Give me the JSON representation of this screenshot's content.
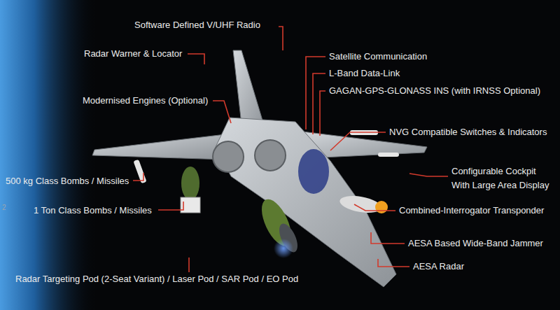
{
  "diagram": {
    "labels": [
      "Software Defined V/UHF Radio",
      "Radar Warner & Locator",
      "Satellite Communication",
      "L-Band Data-Link",
      "GAGAN-GPS-GLONASS INS (with IRNSS Optional)",
      "Modernised Engines (Optional)",
      "NVG Compatible Switches & Indicators",
      "Configurable Cockpit With Large Area Display",
      "500 kg Class Bombs / Missiles",
      "1 Ton Class Bombs / Missiles",
      "Combined-Interrogator Transponder",
      "AESA Based Wide-Band Jammer",
      "AESA Radar",
      "Radar Targeting Pod (2-Seat Variant) / Laser Pod / SAR Pod / EO Pod",
      "2"
    ]
  }
}
